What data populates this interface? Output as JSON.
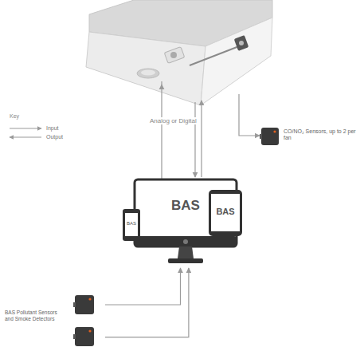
{
  "diagram": {
    "nodes": [
      {
        "text": [
          "BAS"
        ]
      },
      {
        "text": [
          "BAS"
        ]
      },
      {
        "text": [
          "BAS"
        ]
      },
      {
        "text": [
          "CO/NO₂ Sensors, up to 2 per fan"
        ]
      },
      {
        "text": [
          "BAS Pollutant Sensors and Smoke Detectors"
        ]
      }
    ],
    "edges": [
      {
        "from": 4,
        "to": 0,
        "arrow": "to"
      },
      {
        "from": 4,
        "to": 0,
        "arrow": "to"
      }
    ],
    "labels": [
      "Key",
      "Analog or Digital"
    ],
    "legend": [
      {
        "text": "Input"
      },
      {
        "text": "Output"
      }
    ]
  }
}
